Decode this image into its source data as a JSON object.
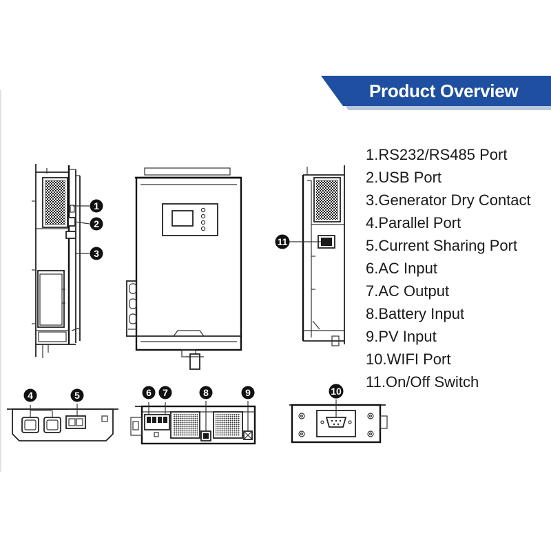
{
  "header": {
    "title": "Product Overview",
    "banner_color": "#1e4fa0",
    "banner_shadow_color": "#b9c6dc"
  },
  "legend": {
    "items": [
      "1.RS232/RS485 Port",
      "2.USB Port",
      "3.Generator Dry Contact",
      "4.Parallel Port",
      "5.Current Sharing Port",
      "6.AC Input",
      "7.AC Output",
      "8.Battery Input",
      "9.PV Input",
      "10.WIFI Port",
      "11.On/Off Switch"
    ]
  },
  "callouts": {
    "c1": "1",
    "c2": "2",
    "c3": "3",
    "c4": "4",
    "c5": "5",
    "c6": "6",
    "c7": "7",
    "c8": "8",
    "c9": "9",
    "c10": "10",
    "c11": "11"
  }
}
